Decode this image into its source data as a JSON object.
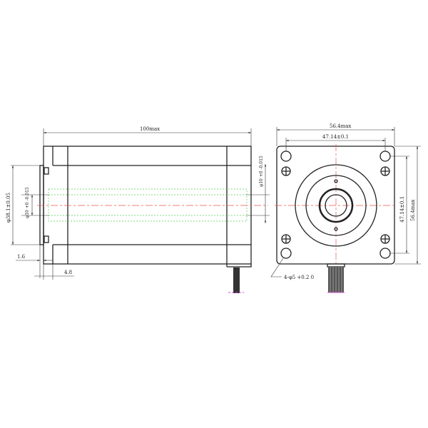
{
  "side_view": {
    "length_dim": "100max",
    "pilot_dim": "φ38.1±0.05",
    "shaft_dim_left": "φ10 +0 -0.015",
    "shaft_dim_right": "φ10 +0 -0.015",
    "flange_dim": "1.6",
    "front_dim": "4.8"
  },
  "front_view": {
    "width_dim": "56.4max",
    "hole_spacing_dim": "47.14±0.1",
    "vertical_hole_spacing_dim": "47.14±0.1",
    "height_dim": "56.4max",
    "hole_callout": "4-φ5 +0.2 0"
  },
  "colors": {
    "outline": "#222222",
    "centerline": "#ee5555",
    "hidden": "#55cc55"
  }
}
